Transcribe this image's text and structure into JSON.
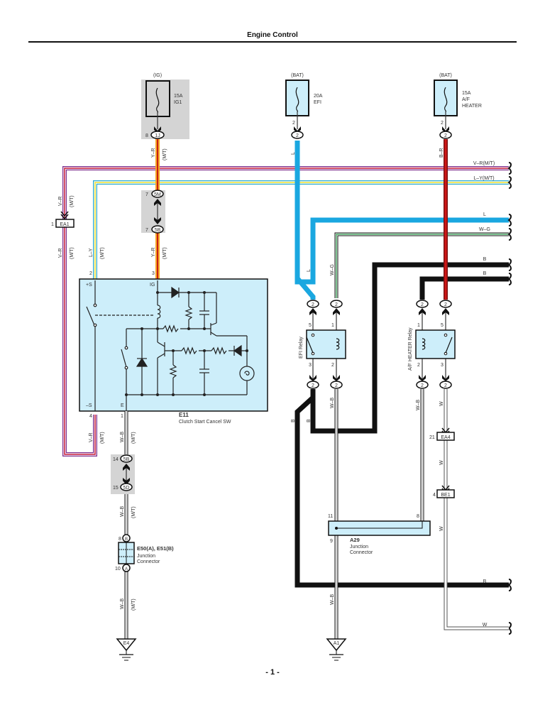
{
  "header": {
    "title": "Engine Control"
  },
  "footer": {
    "page": "- 1 -"
  },
  "fuses": [
    {
      "id": "ig1",
      "source": "(IG)",
      "rating": "15A",
      "name": "IG1",
      "name2": "",
      "pin": "8",
      "connector": "1J"
    },
    {
      "id": "efi",
      "source": "(BAT)",
      "rating": "20A",
      "name": "EFI",
      "name2": "",
      "pin": "2",
      "connector": "2"
    },
    {
      "id": "af",
      "source": "(BAT)",
      "rating": "15A",
      "name": "A/F",
      "name2": "HEATER",
      "pin": "2",
      "connector": "2"
    }
  ],
  "wires": {
    "yr": "Y–R",
    "mt": "(M/T)",
    "vr": "V–R",
    "ly": "L–Y",
    "l": "L",
    "wg": "W–G",
    "b": "B",
    "wb": "W–B",
    "w": "W",
    "vr_mt": "V–R(M/T)",
    "ly_mt": "L–Y(M/T)"
  },
  "colors": {
    "yr_outer": "#f5a623",
    "yr_inner": "#c0101a",
    "vr_outer": "#7a2c8c",
    "vr_inner": "#c81c3a",
    "ly_outer": "#2aaad0",
    "ly_inner": "#f0e030",
    "l": "#1aa7e0",
    "wg_inner": "#2a9a4a",
    "b": "#111111",
    "br_inner": "#c0101a",
    "component_fill": "#cdeefa",
    "shade": "#d4d4d4"
  },
  "connectors": {
    "ea1": {
      "pin": "1",
      "label": "EA1"
    },
    "c5m": {
      "pin": "7",
      "label": "5M"
    },
    "c5b_top": {
      "pin": "7",
      "label": "5B"
    },
    "c5b_bot": {
      "pin": "14",
      "label": "5B"
    },
    "c5d": {
      "pin": "15",
      "label": "5D"
    },
    "ea4": {
      "pin": "21",
      "label": "EA4"
    },
    "be1": {
      "pin": "4",
      "label": "BE1"
    },
    "jB": {
      "pin": "8",
      "label": "B"
    },
    "jA": {
      "pin": "10",
      "label": "A"
    }
  },
  "e11": {
    "code": "E11",
    "name": "Clutch Start Cancel SW",
    "pin_plus_s": "+S",
    "pin_ig": "IG",
    "pin_minus_s": "–S",
    "pin_e": "E",
    "pin2": "2",
    "pin3": "3",
    "pin4": "4",
    "pin1": "1"
  },
  "junction_e50": {
    "code": "E50(A), E51(B)",
    "line1": "Junction",
    "line2": "Connector"
  },
  "junction_a29": {
    "code": "A29",
    "line1": "Junction",
    "line2": "Connector",
    "pin_left": "11",
    "pin_right": "8",
    "pin_bottom": "9"
  },
  "efi_relay": {
    "name": "EFI Relay",
    "p5": "5",
    "p1": "1",
    "p3": "3",
    "p2": "2",
    "conn": "2"
  },
  "af_relay": {
    "name": "A/F HEATER Relay",
    "p1": "1",
    "p5": "5",
    "p2": "2",
    "p3": "3",
    "conn": "2"
  },
  "grounds": [
    {
      "label": "E4"
    },
    {
      "label": "A1"
    }
  ]
}
